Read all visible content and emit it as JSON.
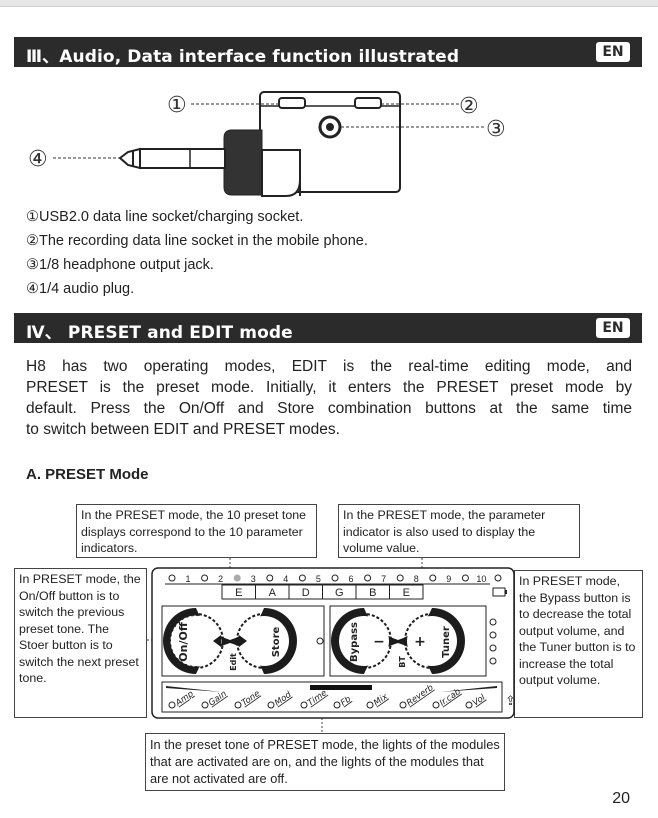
{
  "section3": {
    "title": "Ⅲ、Audio, Data interface function illustrated",
    "badge": "EN"
  },
  "callouts": {
    "c1": "①",
    "c2": "②",
    "c3": "③",
    "c4": "④"
  },
  "items": [
    "①USB2.0 data line socket/charging socket.",
    "②The recording data line socket in the mobile phone.",
    "③1/8 headphone output jack.",
    "④1/4 audio plug."
  ],
  "section4": {
    "title": "Ⅳ、 PRESET and EDIT mode",
    "badge": "EN"
  },
  "intro_lines": [
    "H8 has two operating modes, EDIT is the real-time editing mode, and",
    "PRESET is the preset mode. Initially, it enters the PRESET preset mode by",
    "default. Press the On/Off and Store combination buttons at the same time",
    "to switch between EDIT and PRESET modes."
  ],
  "subheading": "A. PRESET Mode",
  "notes": {
    "top_left": "In the PRESET mode, the 10 preset tone displays correspond to the 10 parameter indicators.",
    "top_right": "In the PRESET mode, the parameter indicator is also used to display the volume value.",
    "left": "In PRESET mode, the On/Off button is to switch the previous preset tone. The Stoer button is to switch the next preset tone.",
    "right": "In PRESET mode, the Bypass button is to decrease the total output volume, and the Tuner button is to increase the total output volume.",
    "bottom": "In the preset tone of PRESET mode, the lights of the modules that are activated are on, and the lights of the modules that are not activated are off."
  },
  "panel": {
    "scale": [
      "1",
      "2",
      "3",
      "4",
      "5",
      "6",
      "7",
      "8",
      "9",
      "10"
    ],
    "letters": [
      "E",
      "A",
      "D",
      "G",
      "B",
      "E"
    ],
    "buttons": {
      "onoff": "On/Off",
      "store": "Store",
      "bypass": "Bypass",
      "tuner": "Tuner",
      "edit": "Edit",
      "bt": "BT",
      "minus": "−",
      "plus": "+"
    },
    "modules": [
      "Amp",
      "Gain",
      "Tone",
      "Mod",
      "Time",
      "Fb",
      "Mix",
      "Reverb",
      "Ir.cab",
      "Vol"
    ]
  },
  "page_number": "20"
}
